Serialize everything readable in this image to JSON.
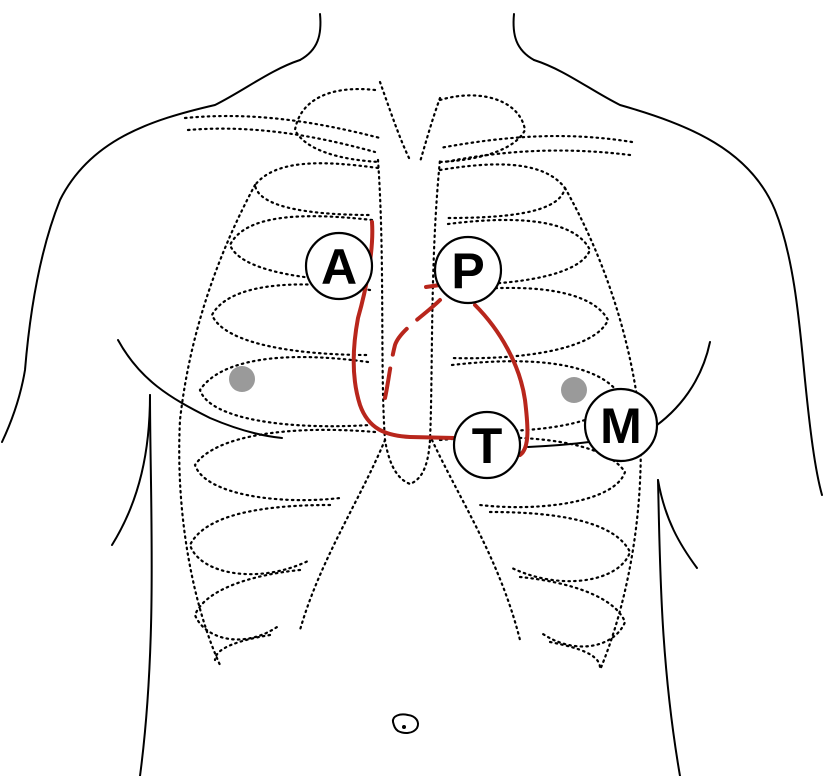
{
  "auscultation_points": [
    {
      "id": "aortic",
      "label": "A"
    },
    {
      "id": "pulmonic",
      "label": "P"
    },
    {
      "id": "tricuspid",
      "label": "T"
    },
    {
      "id": "mitral",
      "label": "M"
    }
  ],
  "colors": {
    "heart_outline": "#b8261c",
    "nipple": "#9a9a9a",
    "body_outline": "#000000",
    "background": "#ffffff"
  }
}
